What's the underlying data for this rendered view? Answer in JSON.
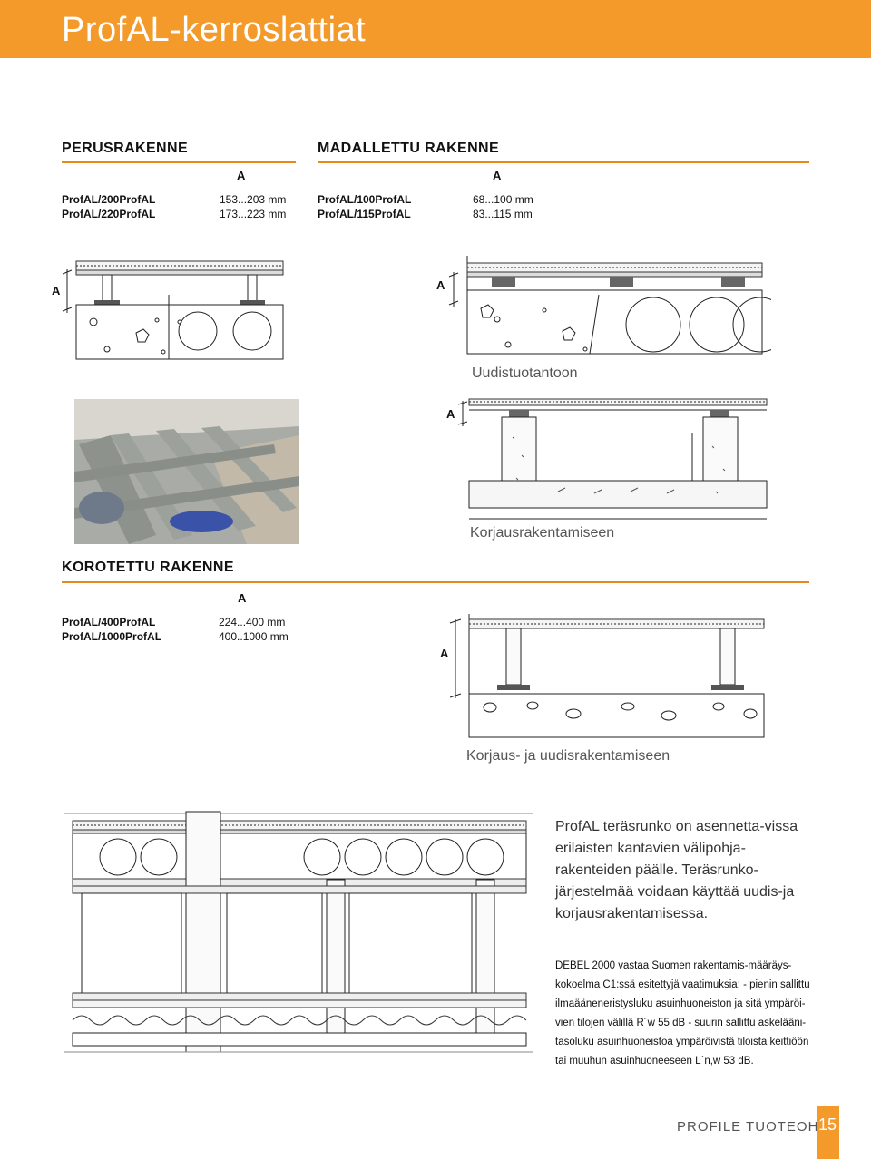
{
  "header": {
    "title": "ProfAL-kerroslattiat"
  },
  "perus": {
    "title": "PERUSRAKENNE",
    "col_a": "A",
    "rows": [
      {
        "name": "ProfAL/200ProfAL",
        "value": "153...203 mm"
      },
      {
        "name": "ProfAL/220ProfAL",
        "value": "173...223 mm"
      }
    ]
  },
  "madal": {
    "title": "MADALLETTU RAKENNE",
    "col_a": "A",
    "rows": [
      {
        "name": "ProfAL/100ProfAL",
        "value": "68...100 mm"
      },
      {
        "name": "ProfAL/115ProfAL",
        "value": "83...115 mm"
      }
    ]
  },
  "korot": {
    "title": "KOROTETTU RAKENNE",
    "col_a": "A",
    "rows": [
      {
        "name": "ProfAL/400ProfAL",
        "value": "224...400 mm"
      },
      {
        "name": "ProfAL/1000ProfAL",
        "value": "400..1000 mm"
      }
    ]
  },
  "dims": {
    "a1": "A",
    "a2": "A",
    "a3": "A",
    "a4": "A"
  },
  "captions": {
    "new": "Uudistuotantoon",
    "repair": "Korjausrakentamiseen",
    "both": "Korjaus- ja uudisrakentamiseen"
  },
  "paragraph": "ProfAL teräsrunko on asennetta-vissa erilaisten kantavien välipohja-rakenteiden päälle. Teräsrunko-järjestelmää voidaan käyttää uudis-ja korjausrakentamisessa.",
  "note": "DEBEL 2000 vastaa Suomen rakentamis-määräys-kokoelma C1:ssä esitettyjä vaatimuksia: - pienin sallittu ilmaääneneristysluku asuinhuoneiston ja sitä ympäröi-vien tilojen välillä R´w 55 dB - suurin sallittu askelääni-tasoluku asuinhuoneistoa ympäröivistä tiloista keittiöön tai muuhun asuinhuoneeseen L´n,w 53 dB.",
  "footer": {
    "brand": "PROFILE TUOTEOHJE",
    "page": "15"
  },
  "colors": {
    "accent": "#f39a2a"
  }
}
